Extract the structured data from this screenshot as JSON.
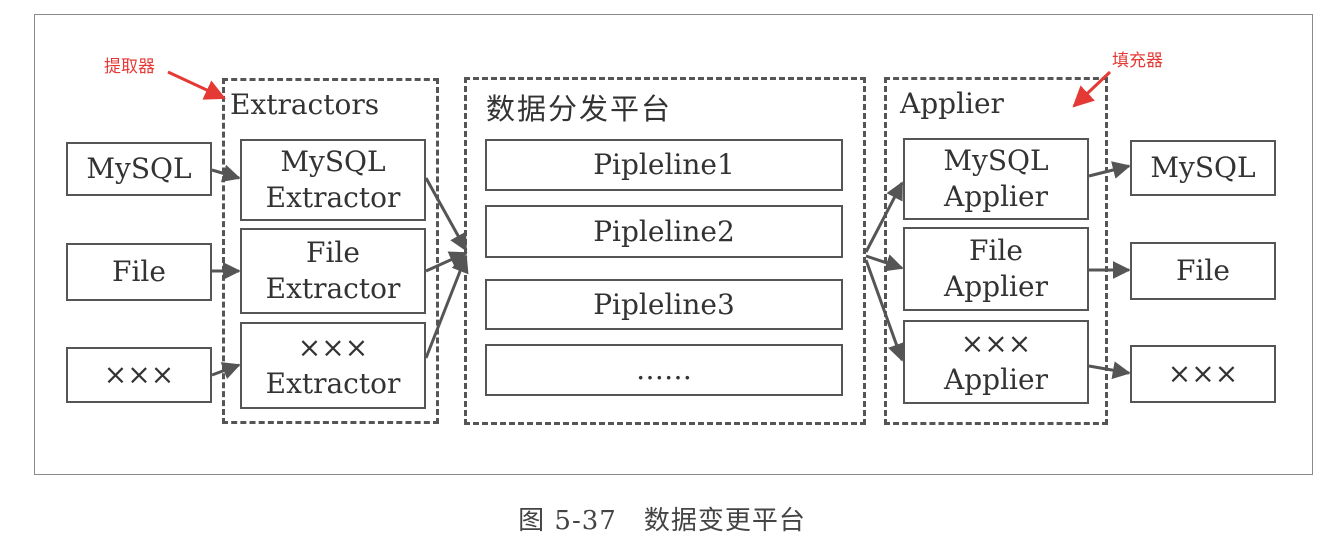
{
  "annotations": {
    "extractor_cn": "提取器",
    "applier_cn": "填充器",
    "color": "#e53935"
  },
  "sources": [
    "MySQL",
    "File",
    "×××"
  ],
  "extractors_group": {
    "title": "Extractors",
    "items": [
      {
        "line1": "MySQL",
        "line2": "Extractor"
      },
      {
        "line1": "File",
        "line2": "Extractor"
      },
      {
        "line1": "×××",
        "line2": "Extractor"
      }
    ]
  },
  "platform": {
    "title": "数据分发平台",
    "pipelines": [
      "Pipleline1",
      "Pipleline2",
      "Pipleline3",
      "……"
    ]
  },
  "applier_group": {
    "title": "Applier",
    "items": [
      {
        "line1": "MySQL",
        "line2": "Applier"
      },
      {
        "line1": "File",
        "line2": "Applier"
      },
      {
        "line1": "×××",
        "line2": "Applier"
      }
    ]
  },
  "targets": [
    "MySQL",
    "File",
    "×××"
  ],
  "caption": "图 5-37　数据变更平台"
}
